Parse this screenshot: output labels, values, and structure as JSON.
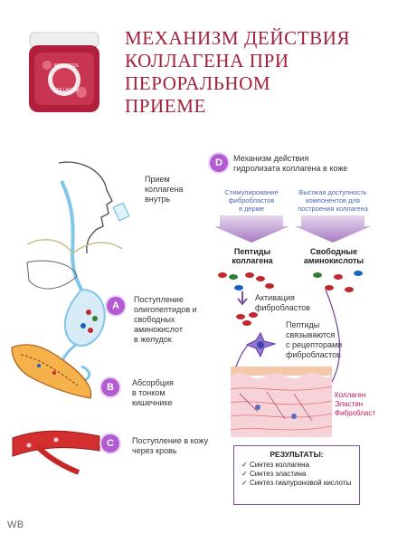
{
  "title_lines": [
    "МЕХАНИЗМ ДЕЙСТВИЯ",
    "КОЛЛАГЕНА ПРИ",
    "ПЕРОРАЛЬНОМ",
    "ПРИЕМЕ"
  ],
  "product": {
    "brand": "WELLNESS",
    "name": "COLLAGEN"
  },
  "intake_label": [
    "Прием",
    "коллагена",
    "внутрь"
  ],
  "steps": [
    {
      "letter": "A",
      "lines": [
        "Поступление",
        "олигопептидов и",
        "свободных",
        "аминокислот",
        "в желудок"
      ]
    },
    {
      "letter": "B",
      "lines": [
        "Абсорбция",
        "в тонком",
        "кишечнике"
      ]
    },
    {
      "letter": "C",
      "lines": [
        "Поступление в кожу",
        "через кровь"
      ]
    }
  ],
  "mechanism": {
    "letter": "D",
    "lines": [
      "Механизм действия",
      "гидролизата коллагена в коже"
    ]
  },
  "arrow_left_text": [
    "Стимулирование",
    "фибробластов",
    "в дерме"
  ],
  "arrow_right_text": [
    "Высокая доступность",
    "компонентов для",
    "построения коллагена"
  ],
  "col_left_head": [
    "Пептиды",
    "коллагена"
  ],
  "col_right_head": [
    "Свободные",
    "аминокислоты"
  ],
  "activation": [
    "Активация",
    "фибробластов"
  ],
  "receptor_text": [
    "Пептиды",
    "связываются",
    "с рецепторами",
    "фибробластов"
  ],
  "skin_legend": [
    "Коллаген",
    "Эластин",
    "Фибробласт"
  ],
  "results": {
    "title": "РЕЗУЛЬТАТЫ:",
    "items": [
      "Синтез коллагена",
      "Синтез эластина",
      "Синтез гиалуроновой кислоты"
    ]
  },
  "watermark": "WB",
  "colors": {
    "title": "#a3203a",
    "circle": "#b35bd3",
    "accent": "#4a67b5",
    "skin": "#e8a0a8"
  }
}
